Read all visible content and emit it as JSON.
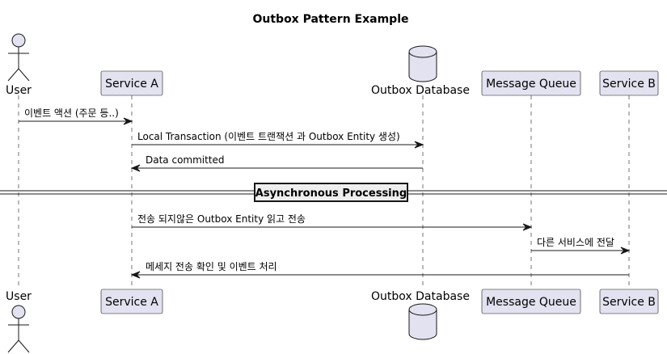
{
  "diagram": {
    "title": "Outbox Pattern Example",
    "participants": [
      {
        "id": "user",
        "label": "User",
        "kind": "actor"
      },
      {
        "id": "service_a",
        "label": "Service A",
        "kind": "participant"
      },
      {
        "id": "outbox_db",
        "label": "Outbox Database",
        "kind": "database"
      },
      {
        "id": "message_queue",
        "label": "Message Queue",
        "kind": "participant"
      },
      {
        "id": "service_b",
        "label": "Service B",
        "kind": "participant"
      }
    ],
    "messages": [
      {
        "from": "user",
        "to": "service_a",
        "label": "이벤트 액션 (주문 등..)",
        "style": "solid"
      },
      {
        "from": "service_a",
        "to": "outbox_db",
        "label": "Local Transaction (이벤트 트랜잭션 과 Outbox Entity 생성)",
        "style": "solid"
      },
      {
        "from": "outbox_db",
        "to": "service_a",
        "label": "Data committed",
        "style": "solid"
      },
      {
        "from": "service_a",
        "to": "message_queue",
        "label": "전송 되지않은 Outbox Entity 읽고 전송",
        "style": "solid"
      },
      {
        "from": "message_queue",
        "to": "service_b",
        "label": "다른 서비스에 전달",
        "style": "solid"
      },
      {
        "from": "service_b",
        "to": "service_a",
        "label": "메세지 전송 확인 및 이벤트 처리",
        "style": "solid"
      }
    ],
    "divider": {
      "label": "Asynchronous Processing"
    },
    "colors": {
      "participant_fill": "#E2E2F0",
      "participant_stroke": "#181818",
      "lifeline": "#181818",
      "arrow": "#181818",
      "divider_fill": "#EEEEEE"
    }
  }
}
